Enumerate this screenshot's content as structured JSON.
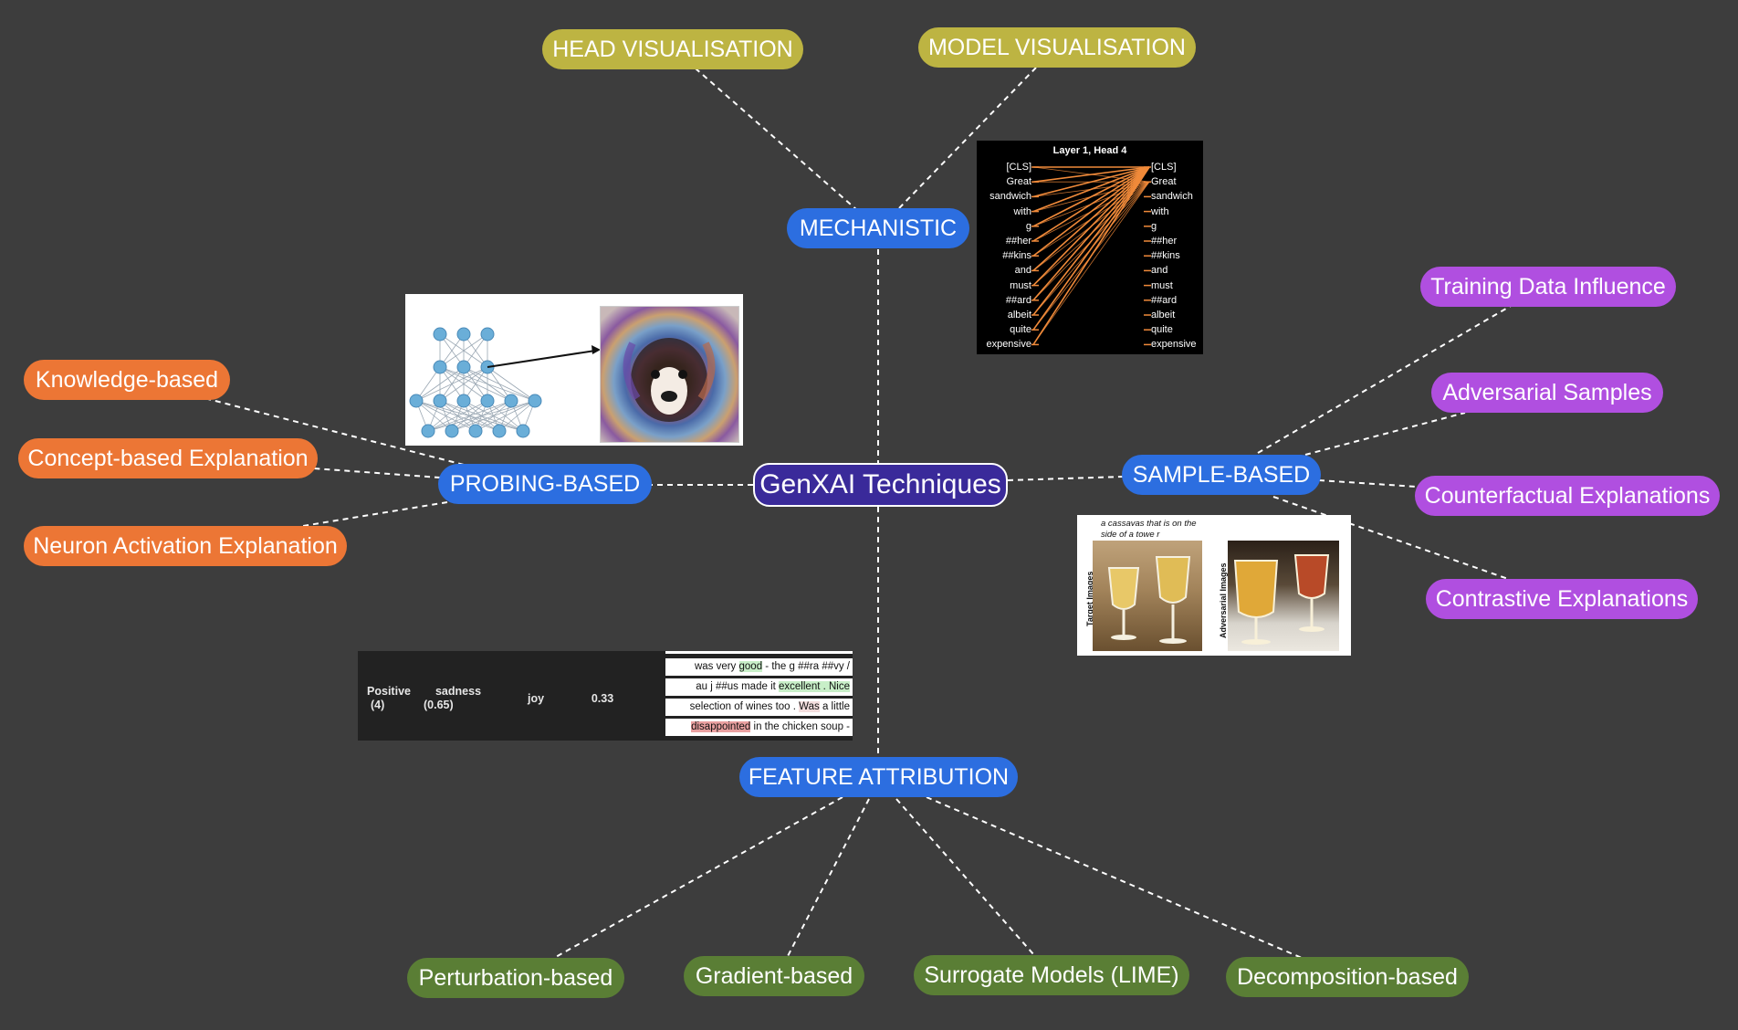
{
  "root": {
    "label": "GenXAI Techniques"
  },
  "categories": {
    "mechanistic": {
      "label": "MECHANISTIC",
      "children": [
        "HEAD VISUALISATION",
        "MODEL VISUALISATION"
      ]
    },
    "probing": {
      "label": "PROBING-BASED",
      "children": [
        "Knowledge-based",
        "Concept-based Explanation",
        "Neuron Activation Explanation"
      ]
    },
    "sample": {
      "label": "SAMPLE-BASED",
      "children": [
        "Training Data Influence",
        "Adversarial Samples",
        "Counterfactual Explanations",
        "Contrastive Explanations"
      ]
    },
    "feature": {
      "label": "FEATURE ATTRIBUTION",
      "children": [
        "Perturbation-based",
        "Gradient-based",
        "Surrogate Models (LIME)",
        "Decomposition-based"
      ]
    }
  },
  "colors": {
    "background": "#3d3d3d",
    "root": "#3a2a9a",
    "category": "#2c6ee0",
    "mechanistic_leaf": "#bdb442",
    "probing_leaf": "#ec7635",
    "sample_leaf": "#b04fe0",
    "feature_leaf": "#5a7e35",
    "attention_line": "#f08a3a"
  },
  "attention_panel": {
    "title": "Layer 1, Head 4",
    "tokens_left": [
      "[CLS]",
      "Great",
      "sandwich",
      "with",
      "g",
      "##her",
      "##kins",
      "and",
      "must",
      "##ard",
      "albeit",
      "quite",
      "expensive"
    ],
    "tokens_right": [
      "[CLS]",
      "Great",
      "sandwich",
      "with",
      "g",
      "##her",
      "##kins",
      "and",
      "must",
      "##ard",
      "albeit",
      "quite",
      "expensive"
    ]
  },
  "sentiment_panel": {
    "label": "Positive",
    "count": "(4)",
    "emotion": "sadness",
    "emotion_score": "(0.65)",
    "emotion2": "joy",
    "score": "0.33",
    "lines": [
      [
        {
          "t": "was very "
        },
        {
          "t": "good",
          "hl": "g"
        },
        {
          "t": " - the g ##ra ##vy /"
        }
      ],
      [
        {
          "t": "au j ##us made it "
        },
        {
          "t": "excellent . Nice",
          "hl": "g"
        }
      ],
      [
        {
          "t": "selection of wines too . "
        },
        {
          "t": "Was",
          "hl": "p"
        },
        {
          "t": " a little"
        }
      ],
      [
        {
          "t": "disappointed",
          "hl": "r"
        },
        {
          "t": " in the chicken soup -"
        }
      ]
    ]
  },
  "adversarial_panel": {
    "caption": "a cassavas that is on the side of a towe r",
    "target_label": "Target Images",
    "adversarial_label": "Adversarial Images"
  },
  "icons": [
    "neural-network-icon",
    "dog-feature-visualization-image",
    "beer-glasses-image"
  ]
}
